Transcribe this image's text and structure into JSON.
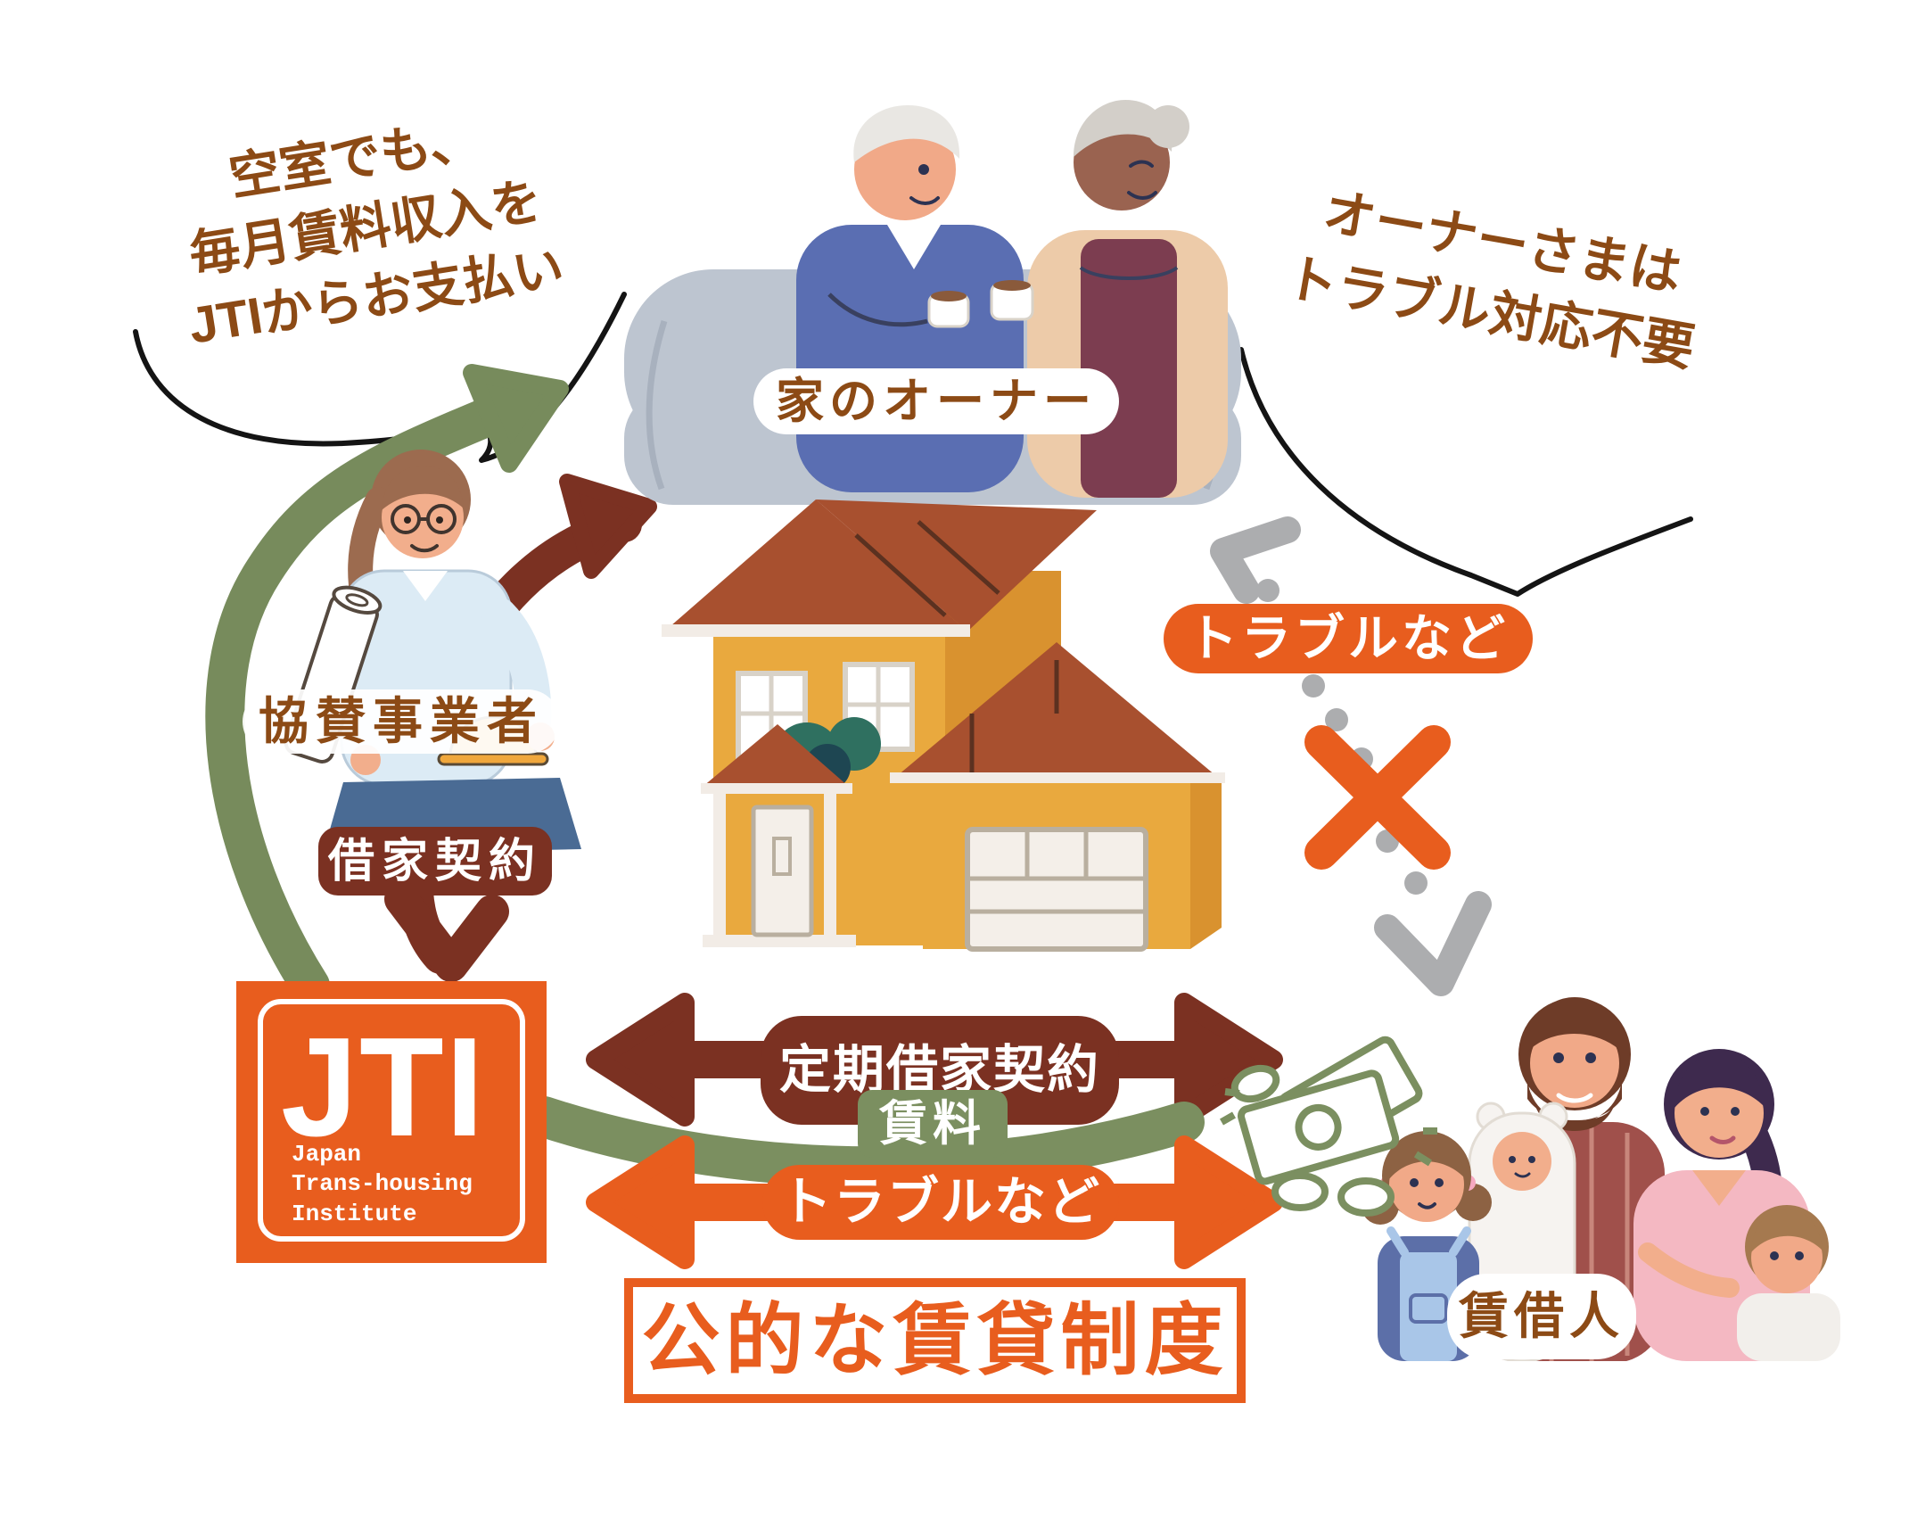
{
  "bubbles": {
    "owner_benefit": "空室でも、\n毎月賃料収入を\nJTIからお支払い",
    "no_trouble_needed": "オーナーさまは\nトラブル対応不要"
  },
  "labels": {
    "owner": "家のオーナー",
    "sponsor": "協賛事業者",
    "lease_contract": "借家契約",
    "fixed_term_lease": "定期借家契約",
    "rent": "賃料",
    "troubles_flow": "トラブルなど",
    "troubles_blocked": "トラブルなど",
    "tenant": "賃借人",
    "public_rental_system": "公的な賃貸制度"
  },
  "logo": {
    "acronym": "JTI",
    "name_lines": "Japan\nTrans-housing\nInstitute"
  },
  "icons": {
    "money": "money-banknotes-coins-icon",
    "blocked": "x-mark-icon",
    "dashed_arrow": "dashed-double-arrow-icon"
  },
  "colors": {
    "orange": "#E85D1E",
    "maroon": "#7B3122",
    "green": "#7B8F60",
    "brown_text": "#8C4A15",
    "gray_dash": "#ACADAF"
  }
}
